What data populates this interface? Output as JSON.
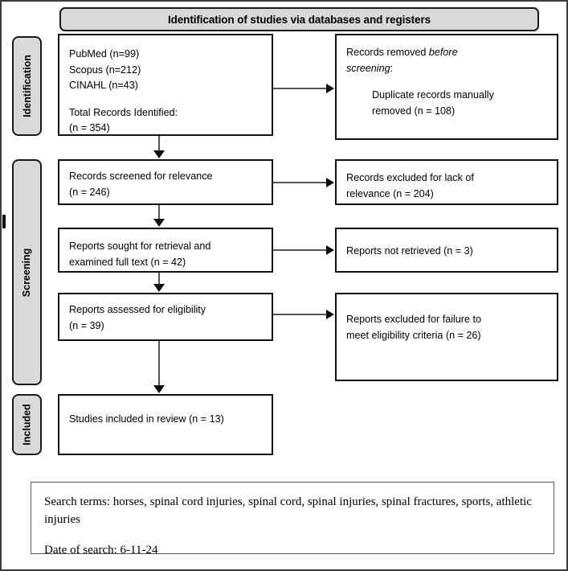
{
  "banner": {
    "title": "Identification of studies via databases and registers"
  },
  "stages": [
    {
      "id": "identification",
      "label": "Identification"
    },
    {
      "id": "screening",
      "label": "Screening"
    },
    {
      "id": "included",
      "label": "Included"
    }
  ],
  "boxes": {
    "identified": {
      "line1": "PubMed (n=99)",
      "line2": "Scopus (n=212)",
      "line3": "CINAHL (n=43)",
      "line4": "Total Records Identified:",
      "line5": "(n = 354)"
    },
    "removed": {
      "line1_prefix": "Records removed ",
      "line1_italic": "before",
      "line2_italic": "screening",
      "line2_suffix": ":",
      "line3": "Duplicate records manually",
      "line4": "removed (n = 108)"
    },
    "screened": {
      "line1": "Records screened for relevance",
      "line2": "(n = 246)"
    },
    "excluded_relevance": {
      "line1": "Records excluded for lack of",
      "line2": "relevance (n = 204)"
    },
    "sought": {
      "line1": "Reports sought for retrieval and",
      "line2": "examined full text (n = 42)"
    },
    "not_retrieved": {
      "line1": "Reports not retrieved (n = 3)"
    },
    "assessed": {
      "line1": "Reports assessed for eligibility",
      "line2": "(n = 39)"
    },
    "excluded_eligibility": {
      "line1": "Reports excluded for failure to",
      "line2": "meet eligibility criteria (n = 26)"
    },
    "included": {
      "line1": "Studies included in review (n = 13)"
    }
  },
  "footer": {
    "search_terms": "Search terms: horses, spinal cord injuries, spinal cord, spinal injuries, spinal fractures, sports, athletic injuries",
    "date_of_search": "Date of search: 6-11-24"
  },
  "colors": {
    "banner_fill": "#d9d9d9",
    "box_border": "#111111",
    "frame_border": "#3b3b3b",
    "connector": "#555555"
  },
  "chart_data": {
    "type": "diagram",
    "title": "PRISMA flow diagram",
    "nodes": [
      {
        "id": "identified",
        "stage": "Identification",
        "column": "left",
        "count": 354,
        "sources": [
          {
            "name": "PubMed",
            "n": 99
          },
          {
            "name": "Scopus",
            "n": 212
          },
          {
            "name": "CINAHL",
            "n": 43
          }
        ]
      },
      {
        "id": "removed",
        "stage": "Identification",
        "column": "right",
        "count": 108,
        "label": "Duplicate records manually removed"
      },
      {
        "id": "screened",
        "stage": "Screening",
        "column": "left",
        "count": 246,
        "label": "Records screened for relevance"
      },
      {
        "id": "excluded_relevance",
        "stage": "Screening",
        "column": "right",
        "count": 204,
        "label": "Records excluded for lack of relevance"
      },
      {
        "id": "sought",
        "stage": "Screening",
        "column": "left",
        "count": 42,
        "label": "Reports sought for retrieval and examined full text"
      },
      {
        "id": "not_retrieved",
        "stage": "Screening",
        "column": "right",
        "count": 3,
        "label": "Reports not retrieved"
      },
      {
        "id": "assessed",
        "stage": "Screening",
        "column": "left",
        "count": 39,
        "label": "Reports assessed for eligibility"
      },
      {
        "id": "excluded_eligibility",
        "stage": "Screening",
        "column": "right",
        "count": 26,
        "label": "Reports excluded for failure to meet eligibility criteria"
      },
      {
        "id": "included",
        "stage": "Included",
        "column": "left",
        "count": 13,
        "label": "Studies included in review"
      }
    ],
    "edges": [
      {
        "from": "identified",
        "to": "removed",
        "direction": "right"
      },
      {
        "from": "identified",
        "to": "screened",
        "direction": "down"
      },
      {
        "from": "screened",
        "to": "excluded_relevance",
        "direction": "right"
      },
      {
        "from": "screened",
        "to": "sought",
        "direction": "down"
      },
      {
        "from": "sought",
        "to": "not_retrieved",
        "direction": "right"
      },
      {
        "from": "sought",
        "to": "assessed",
        "direction": "down"
      },
      {
        "from": "assessed",
        "to": "excluded_eligibility",
        "direction": "right"
      },
      {
        "from": "assessed",
        "to": "included",
        "direction": "down"
      }
    ]
  }
}
